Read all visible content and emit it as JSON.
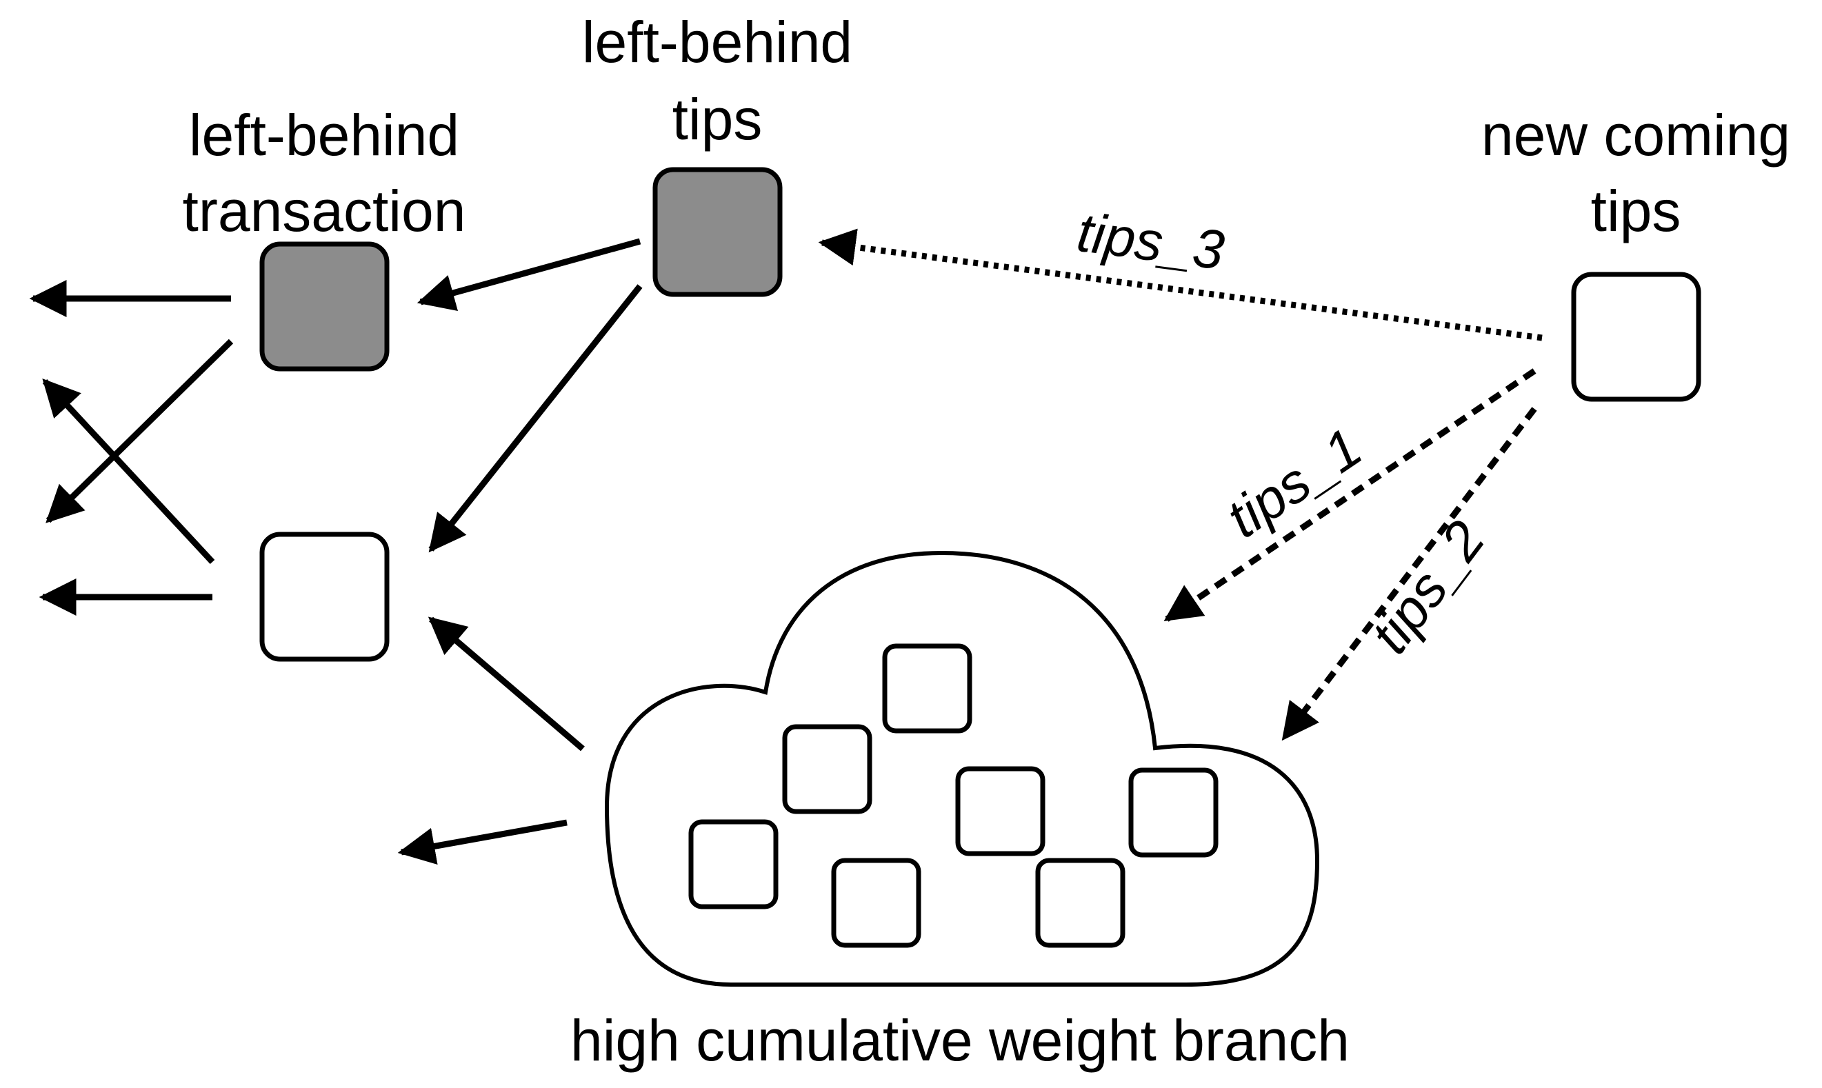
{
  "colors": {
    "stroke": "#000000",
    "left_behind_fill": "#8c8c8c",
    "node_fill": "#ffffff"
  },
  "labels": {
    "left_behind_tips": [
      "left-behind",
      "tips"
    ],
    "left_behind_transaction": [
      "left-behind",
      "transaction"
    ],
    "new_coming_tips": [
      "new coming",
      "tips"
    ],
    "cloud_caption": "high cumulative weight branch"
  },
  "edges": {
    "tips_1": "tips_1",
    "tips_2": "tips_2",
    "tips_3": "tips_3"
  }
}
